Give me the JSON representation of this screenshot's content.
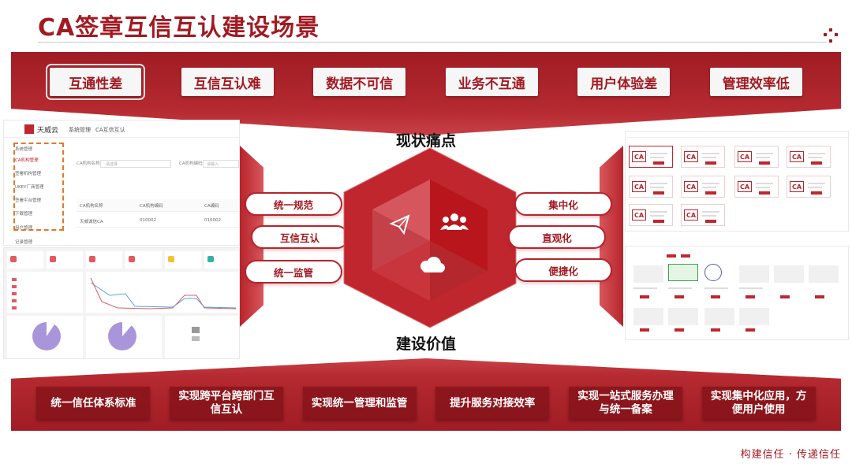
{
  "header": {
    "title": "CA签章互信互认建设场景"
  },
  "top_issues": [
    "互通性差",
    "互信互认难",
    "数据不可信",
    "业务不互通",
    "用户体验差",
    "管理效率低"
  ],
  "center": {
    "top_label": "现状痛点",
    "bottom_label": "建设价值",
    "left_pills": [
      "统一规范",
      "互信互认",
      "统一监管"
    ],
    "right_pills": [
      "集中化",
      "直观化",
      "便捷化"
    ],
    "cube_icons": [
      "paper-plane-icon",
      "users-icon",
      "cloud-icon"
    ],
    "colors": {
      "brand": "#a11a22",
      "cube_top": "#d33a41",
      "cube_left": "#c4454c",
      "cube_right": "#b8161c"
    }
  },
  "bottom_values": [
    "统一信任体系标准",
    "实现跨平台跨部门互信互认",
    "实现统一管理和监管",
    "提升服务对接效率",
    "实现一站式服务办理与统一备案",
    "实现集中化应用，方便用户使用"
  ],
  "footer": {
    "slogan": "构建信任 · 传递信任"
  },
  "screenshot_left": {
    "brand": "天威云",
    "tabs": [
      "系统管理",
      "CA互信互认"
    ],
    "menu": [
      "系统管理",
      "CA机构管理",
      "签署机构管理",
      "UKEY厂商管理",
      "签署平台管理",
      "下载管理",
      "用户管理",
      "记录管理"
    ],
    "form_labels": [
      "CA机构名称",
      "CA机构编码"
    ],
    "form_placeholders": [
      "请选择",
      "请输入"
    ],
    "table_headers": [
      "CA机构名称",
      "CA机构编码",
      "CA编码"
    ],
    "table_rows": [
      [
        "天威诚信CA",
        "010002",
        "010002"
      ]
    ]
  }
}
